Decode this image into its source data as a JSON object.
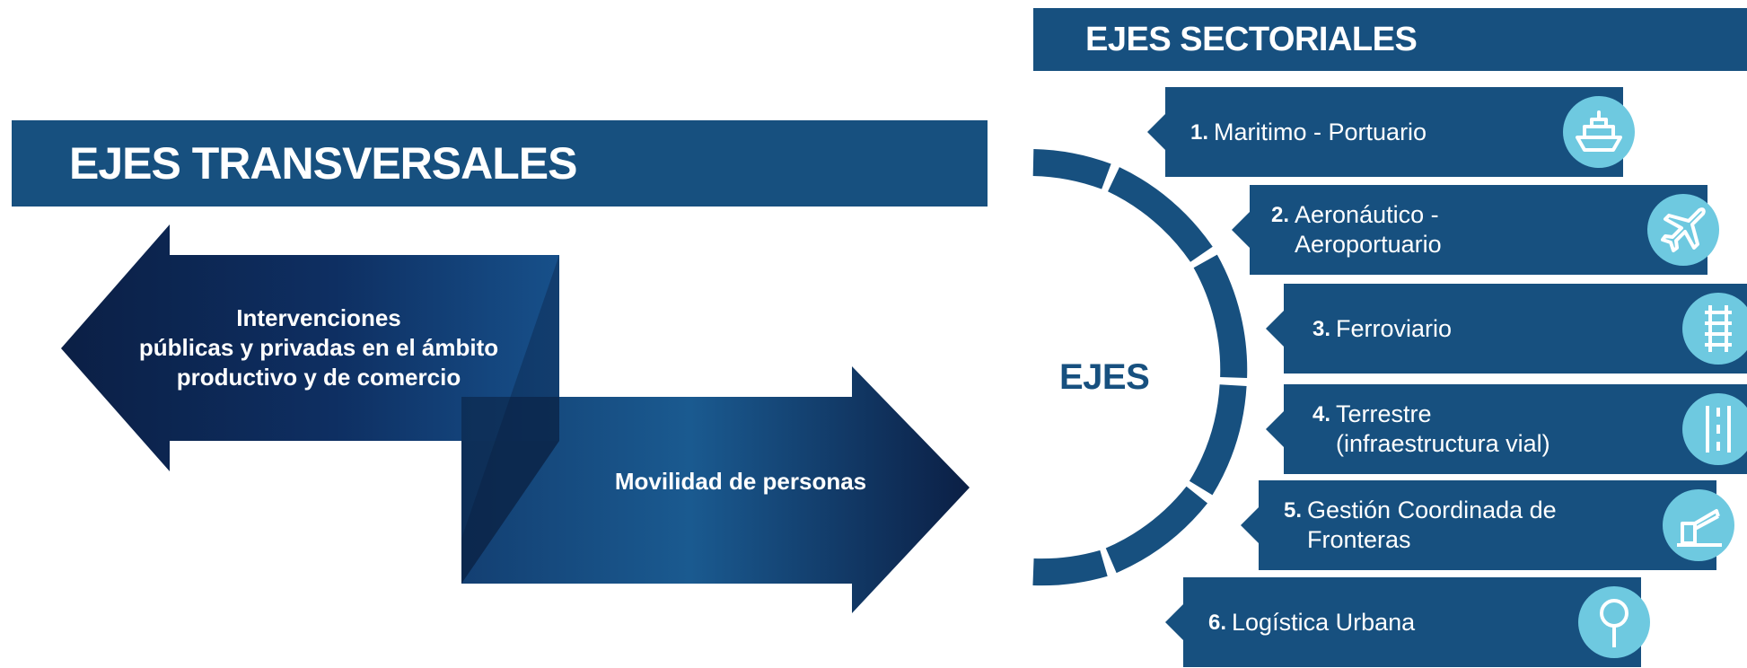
{
  "transversal": {
    "title": "EJES TRANSVERSALES",
    "left_arrow": "Intervenciones\npúblicas y privadas en el ámbito\nproductivo y de comercio",
    "right_arrow": "Movilidad de personas"
  },
  "sectorial": {
    "title": "EJES SECTORIALES",
    "center_label": "EJES",
    "items": [
      {
        "num": "1.",
        "label": "Maritimo - Portuario",
        "icon": "ship-icon"
      },
      {
        "num": "2.",
        "label": "Aeronáutico -\nAeroportuario",
        "icon": "airplane-icon"
      },
      {
        "num": "3.",
        "label": "Ferroviario",
        "icon": "railway-track-icon"
      },
      {
        "num": "4.",
        "label": "Terrestre\n(infraestructura vial)",
        "icon": "road-icon"
      },
      {
        "num": "5.",
        "label": "Gestión Coordinada de\nFronteras",
        "icon": "border-barrier-icon"
      },
      {
        "num": "6.",
        "label": "Logística Urbana",
        "icon": "stop-sign-icon"
      }
    ]
  },
  "colors": {
    "header_blue": "#17507f",
    "arrow_dark": "#0b1f45",
    "arrow_mid": "#103a70",
    "icon_circle": "#6ec9e0",
    "ring_blue": "#17507f"
  }
}
